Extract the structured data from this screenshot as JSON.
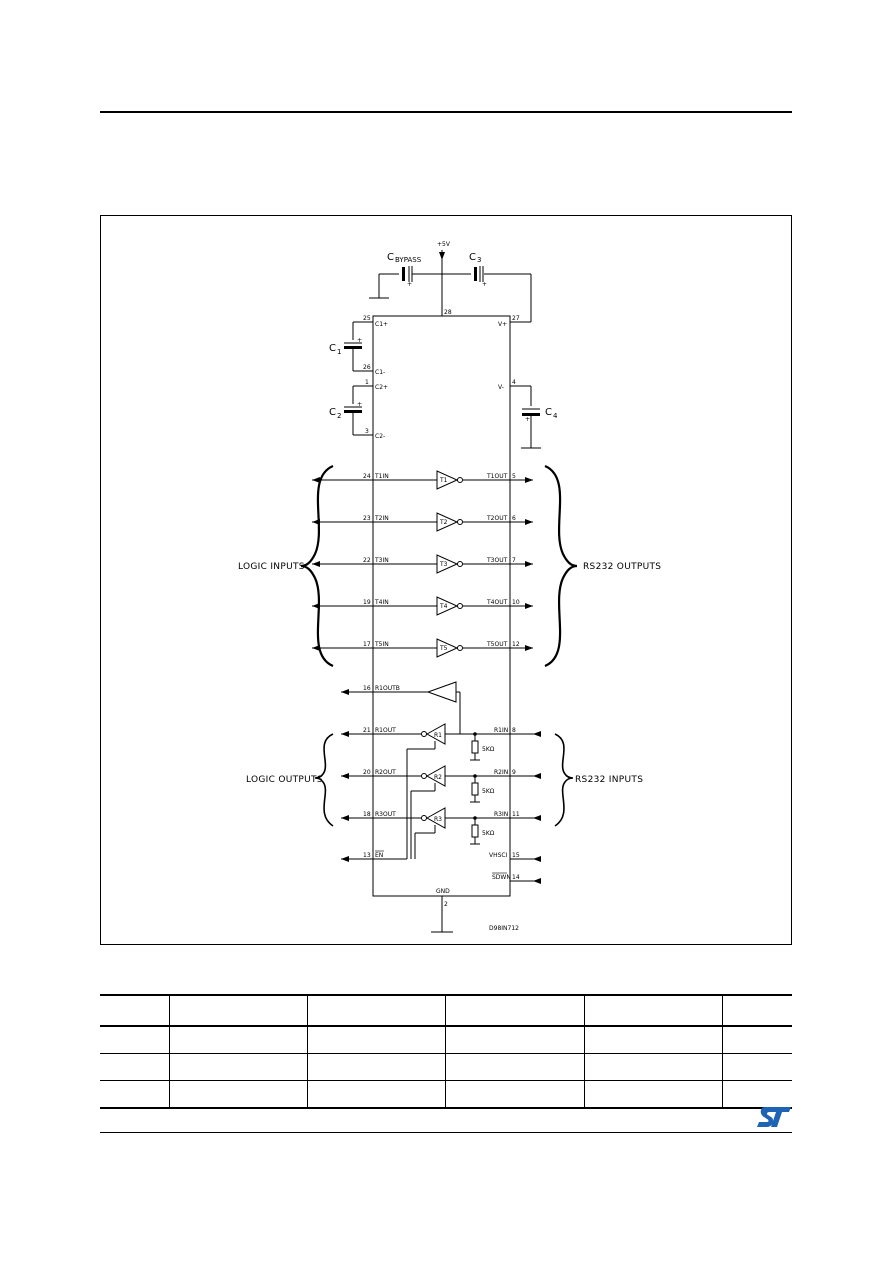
{
  "labels": {
    "supply": "+5V",
    "c_bypass": "C",
    "c_bypass_sub": "BYPASS",
    "c3": "C",
    "c3_sub": "3",
    "c1": "C",
    "c1_sub": "1",
    "c2": "C",
    "c2_sub": "2",
    "c4": "C",
    "c4_sub": "4",
    "logic_inputs": "LOGIC  INPUTS",
    "rs232_outputs": "RS232  OUTPUTS",
    "logic_outputs": "LOGIC  OUTPUTS",
    "rs232_inputs": "RS232  INPUTS",
    "gnd": "GND",
    "figure_id": "D98IN712"
  },
  "pins": {
    "p28": "28",
    "p27": "27",
    "p25": "25",
    "p26": "26",
    "p1": "1",
    "p3": "3",
    "p4": "4",
    "p24": "24",
    "p23": "23",
    "p22": "22",
    "p19": "19",
    "p17": "17",
    "p5": "5",
    "p6": "6",
    "p7": "7",
    "p10": "10",
    "p12": "12",
    "p16": "16",
    "p21": "21",
    "p20": "20",
    "p18": "18",
    "p13": "13",
    "p8": "8",
    "p9": "9",
    "p11": "11",
    "p15": "15",
    "p14": "14",
    "p2": "2"
  },
  "pin_names": {
    "c1p": "C1+",
    "c1m": "C1-",
    "c2p": "C2+",
    "c2m": "C2-",
    "vp": "V+",
    "vm": "V-",
    "t1in": "T1IN",
    "t2in": "T2IN",
    "t3in": "T3IN",
    "t4in": "T4IN",
    "t5in": "T5IN",
    "t1out": "T1OUT",
    "t2out": "T2OUT",
    "t3out": "T3OUT",
    "t4out": "T4OUT",
    "t5out": "T5OUT",
    "r1outb": "R1OUTB",
    "r1out": "R1OUT",
    "r2out": "R2OUT",
    "r3out": "R3OUT",
    "r1in": "R1IN",
    "r2in": "R2IN",
    "r3in": "R3IN",
    "en": "EN",
    "vhsci": "VHSCI",
    "sdwn": "SDWN"
  },
  "drivers": {
    "t1": "T1",
    "t2": "T2",
    "t3": "T3",
    "t4": "T4",
    "t5": "T5"
  },
  "receivers": {
    "r1": "R1",
    "r2": "R2",
    "r3": "R3"
  },
  "resistors": {
    "r1": "5KΩ",
    "r2": "5KΩ",
    "r3": "5KΩ"
  },
  "polarity": {
    "plus": "+"
  },
  "colors": {
    "line": "#000000",
    "logo": "#1f63b5"
  },
  "table": {
    "columns": 6,
    "rows": 4
  }
}
